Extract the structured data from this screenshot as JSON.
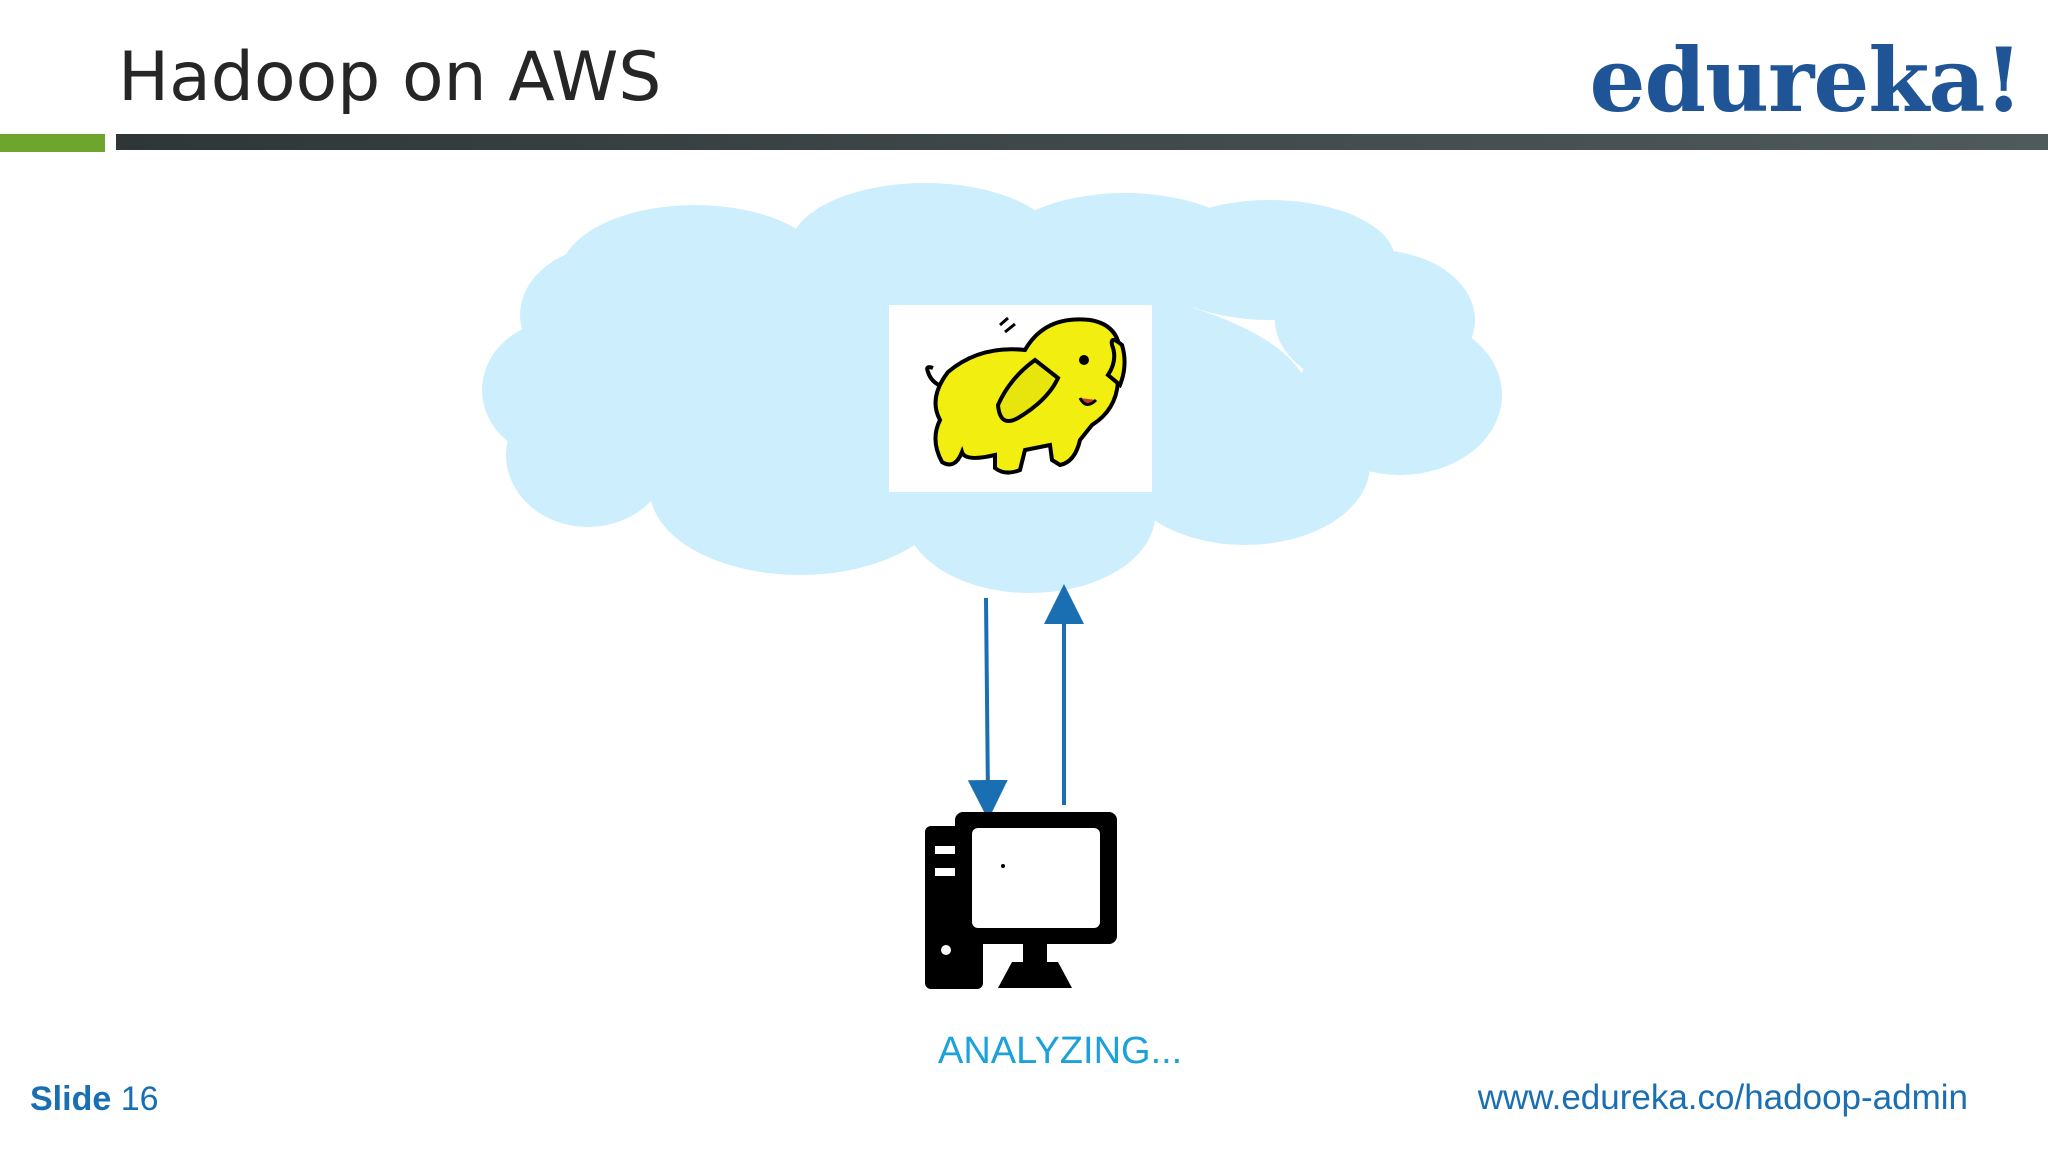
{
  "slide": {
    "title": "Hadoop on AWS",
    "logo_text": "edureka!",
    "slide_label": "Slide",
    "slide_number": "16",
    "footer_url": "www.edureka.co/hadoop-admin"
  },
  "diagram": {
    "status_label": "ANALYZING...",
    "cloud_icon": "cloud-icon",
    "hadoop_icon": "hadoop-elephant-icon",
    "computer_icon": "desktop-computer-icon",
    "down_arrow_icon": "arrow-down-icon",
    "up_arrow_icon": "arrow-up-icon"
  },
  "colors": {
    "title": "#262626",
    "logo": "#1f5596",
    "accent_green": "#6ea52f",
    "header_bar": "#3a4446",
    "cloud": "#cdeefc",
    "arrow": "#1a6fb3",
    "status": "#1ba1dc",
    "elephant": "#f2ee10"
  }
}
